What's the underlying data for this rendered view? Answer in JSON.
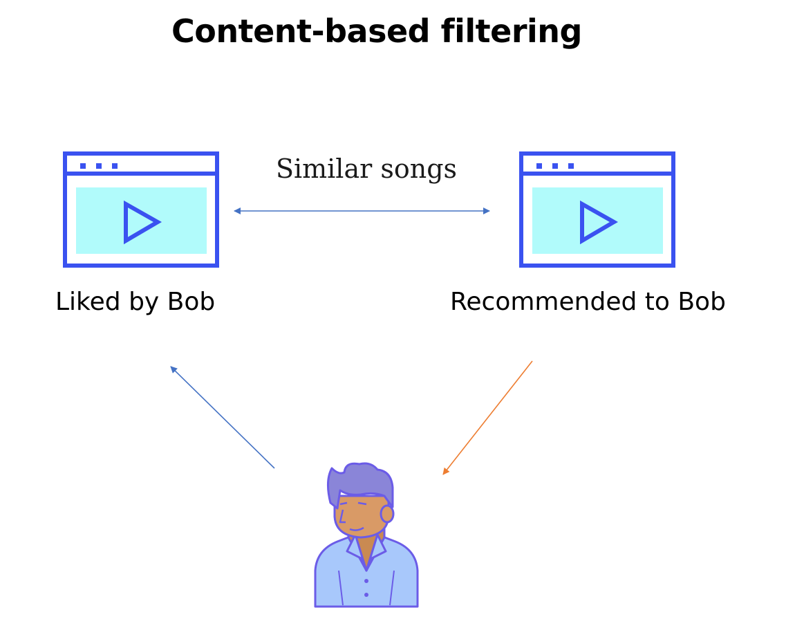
{
  "title": "Content-based filtering",
  "edge_label": "Similar songs",
  "nodes": {
    "left": {
      "label": "Liked by Bob",
      "icon": "video-window-icon"
    },
    "right": {
      "label": "Recommended to Bob",
      "icon": "video-window-icon"
    },
    "user": {
      "icon": "user-avatar-icon"
    }
  },
  "colors": {
    "window_frame": "#3a52f0",
    "window_screen": "#b1fbfb",
    "arrow_blue": "#4472c4",
    "arrow_orange": "#ed7d31",
    "hair": "#8a85d8",
    "skin": "#d99a66",
    "shirt": "#a8c8fb",
    "outline": "#6b5ce7"
  }
}
